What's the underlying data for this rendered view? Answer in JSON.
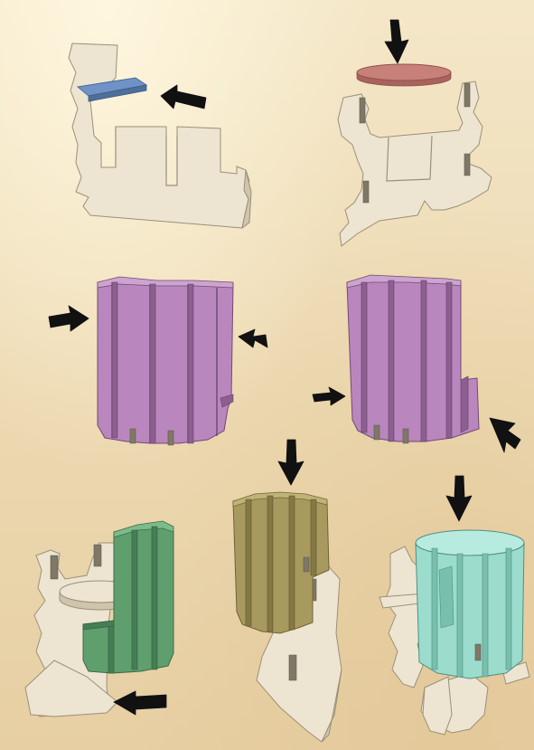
{
  "colors": {
    "background": "#efdcb6",
    "panel_wood": "#ede5d2",
    "panel_edge": "#8e8570",
    "blue_piece": "#6f93c7",
    "red_piece": "#c8807a",
    "purple_piece": "#b987bd",
    "green_piece": "#5f9f6e",
    "olive_piece": "#a89a5f",
    "teal_piece": "#9bdccd",
    "arrow": "#111111"
  },
  "steps": [
    {
      "name": "step-1-insert-blue-tab",
      "piece": "blue_piece",
      "arrow": "arrow-left"
    },
    {
      "name": "step-2-drop-red-disc",
      "piece": "red_piece",
      "arrow": "arrow-down"
    },
    {
      "name": "step-3-curl-purple-panel",
      "piece": "purple_piece",
      "arrow": "arrows-inward"
    },
    {
      "name": "step-4-fold-purple-panel",
      "piece": "purple_piece",
      "arrow": "arrows-inward"
    },
    {
      "name": "step-5-slide-green-panel",
      "piece": "green_piece",
      "arrow": "arrow-left"
    },
    {
      "name": "step-6-lower-olive-panel",
      "piece": "olive_piece",
      "arrow": "arrow-down"
    },
    {
      "name": "step-7-lower-teal-cylinder",
      "piece": "teal_piece",
      "arrow": "arrow-down"
    }
  ]
}
